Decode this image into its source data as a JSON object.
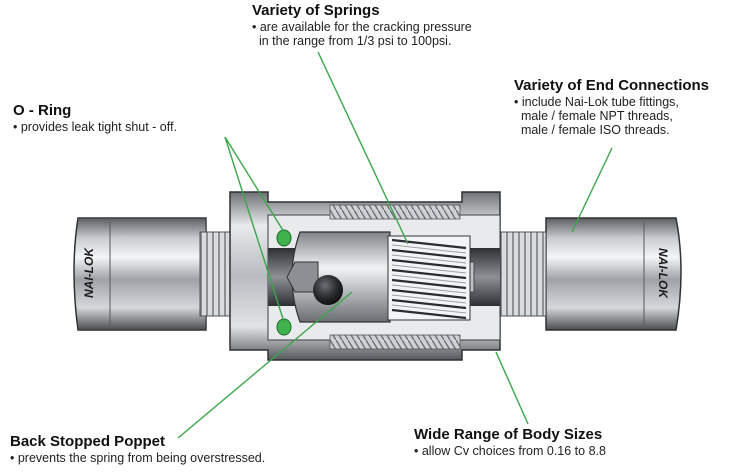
{
  "callouts": {
    "springs": {
      "title": "Variety of Springs",
      "lines": [
        "• are available for the cracking pressure",
        "  in the range from 1/3 psi to 100psi."
      ]
    },
    "oring": {
      "title": "O - Ring",
      "lines": [
        "• provides leak tight shut - off."
      ]
    },
    "end_connections": {
      "title": "Variety of End Connections",
      "lines": [
        "• include Nai-Lok tube fittings,",
        "  male / female NPT threads,",
        "  male / female ISO threads."
      ]
    },
    "poppet": {
      "title": "Back Stopped Poppet",
      "lines": [
        "• prevents the spring from being overstressed."
      ]
    },
    "body_sizes": {
      "title": "Wide Range of Body Sizes",
      "lines": [
        "• allow Cv choices from 0.16 to 8.8"
      ]
    }
  },
  "nut_labels": {
    "left": "NAI-LOK",
    "right": "NAI-LOK"
  },
  "colors": {
    "leader": "#3aa64a",
    "oring": "#3fb24e",
    "metal_light": "#e6e8ea",
    "metal_dark": "#3a3d40"
  }
}
